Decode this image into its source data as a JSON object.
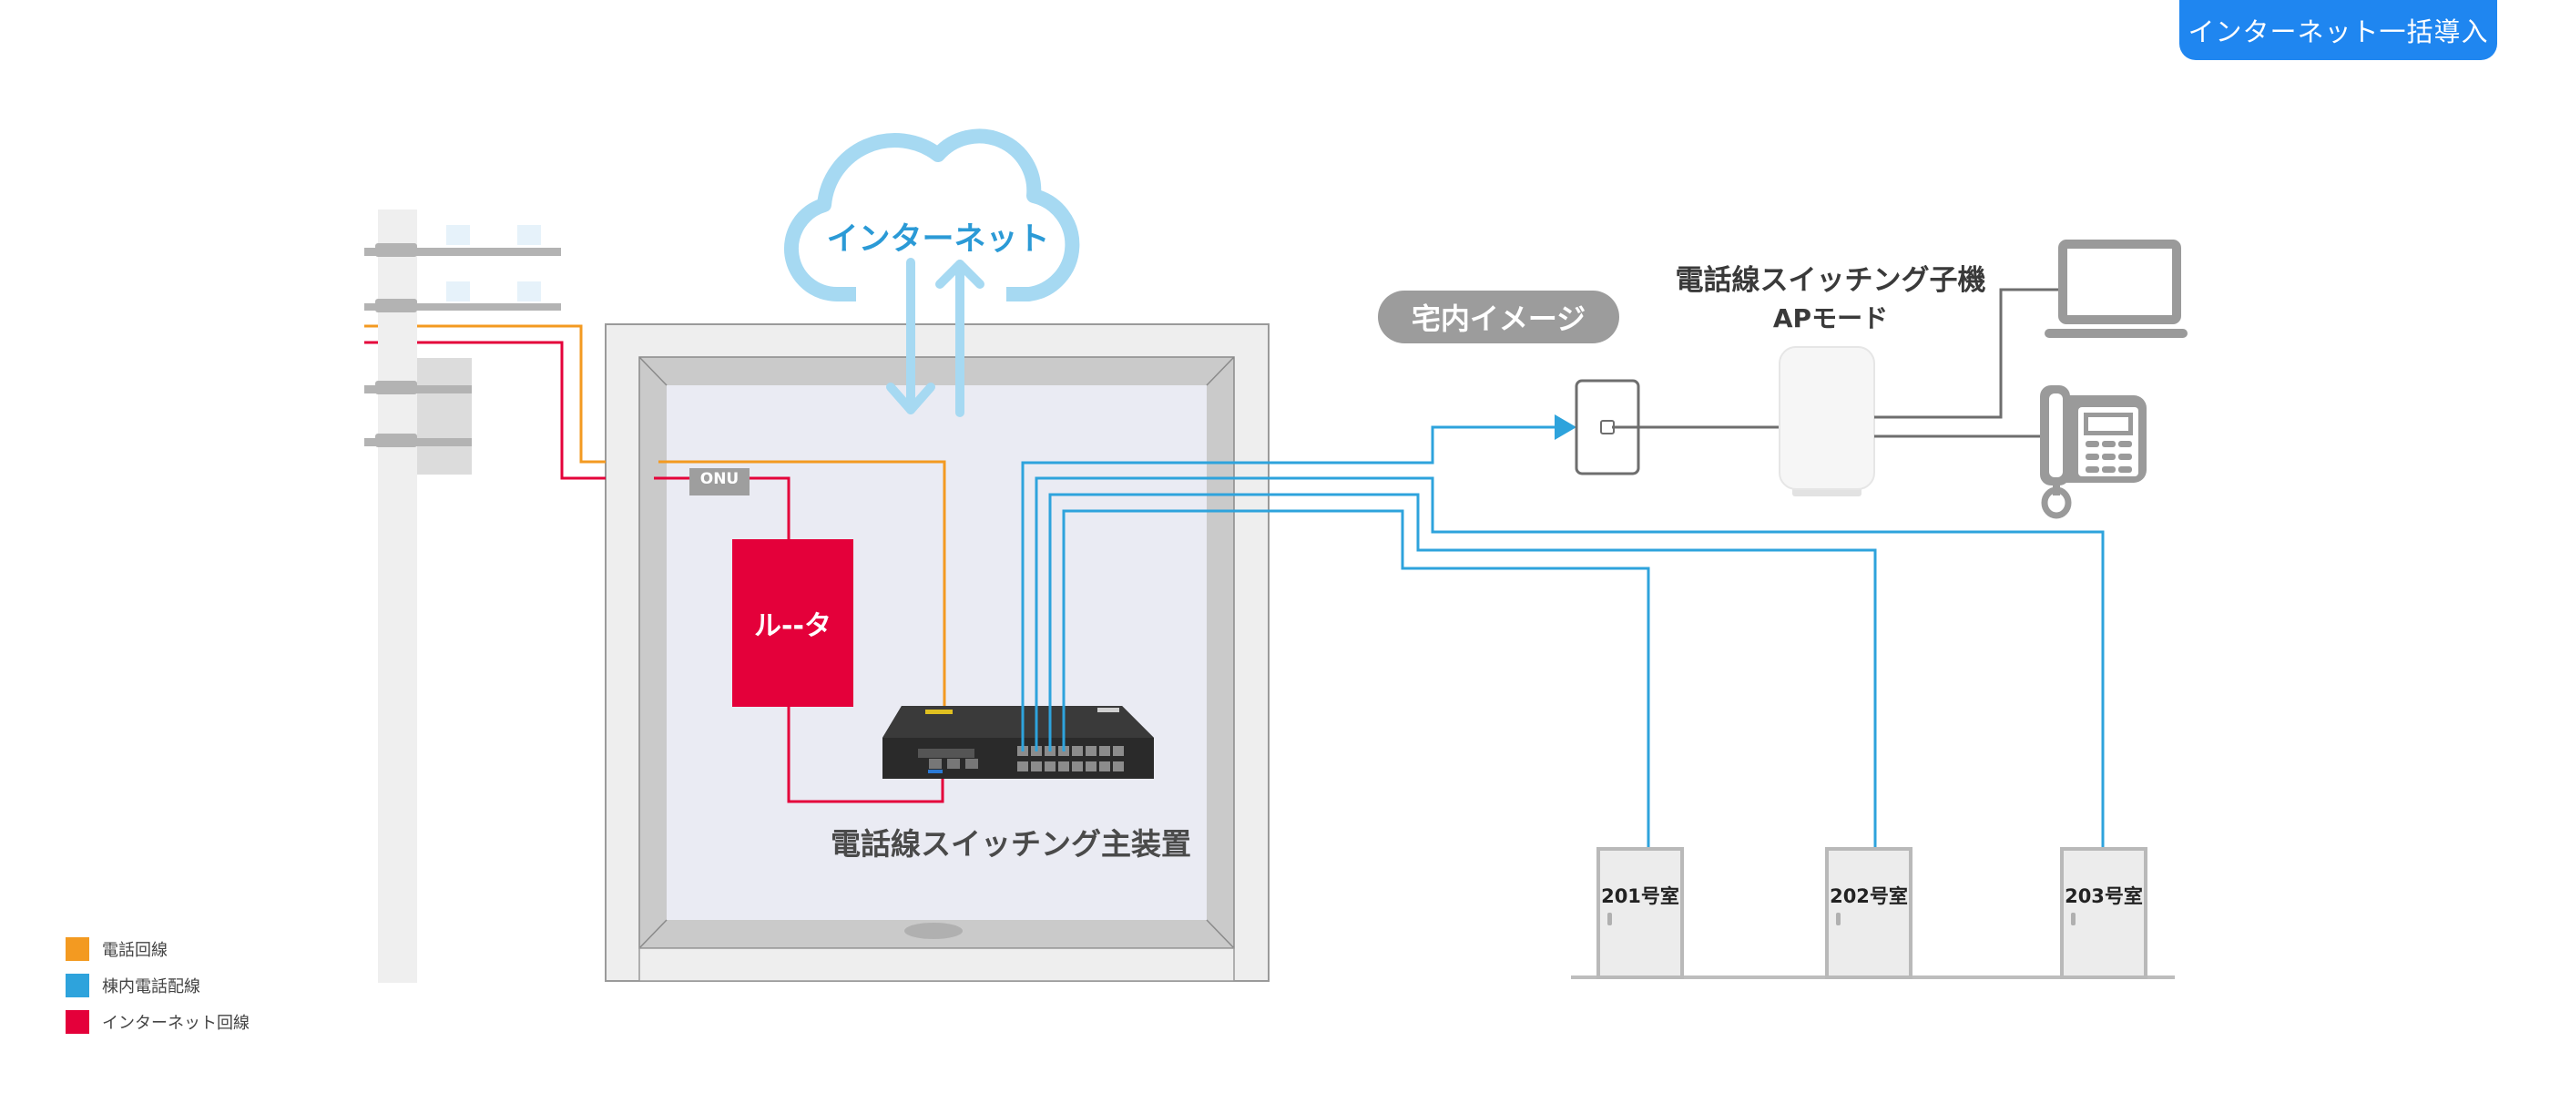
{
  "header": {
    "top_button_label": "インターネット一括導入"
  },
  "cloud": {
    "label": "インターネット",
    "icon": "cloud-icon"
  },
  "building": {
    "onu_label": "ONU",
    "router_label": "ル--タ",
    "main_unit_label": "電話線スイッチング主装置"
  },
  "home": {
    "badge_label": "宅内イメージ",
    "ap_title": "電話線スイッチング子機",
    "ap_subtitle": "APモード",
    "devices": [
      "laptop-icon",
      "desk-phone-icon",
      "wall-jack-icon",
      "access-point"
    ]
  },
  "rooms": [
    {
      "label": "201号室"
    },
    {
      "label": "202号室"
    },
    {
      "label": "203号室"
    }
  ],
  "legend": {
    "items": [
      {
        "label": "電話回線",
        "color": "#f39a21"
      },
      {
        "label": "棟内電話配線",
        "color": "#2ea3dc"
      },
      {
        "label": "インターネット回線",
        "color": "#e4003a"
      }
    ]
  },
  "colors": {
    "phone_line": "#f39a21",
    "building_wiring": "#2ea3dc",
    "internet_line": "#e4003a",
    "accent": "#1f86f0",
    "cloud": "#a6d9f2"
  }
}
